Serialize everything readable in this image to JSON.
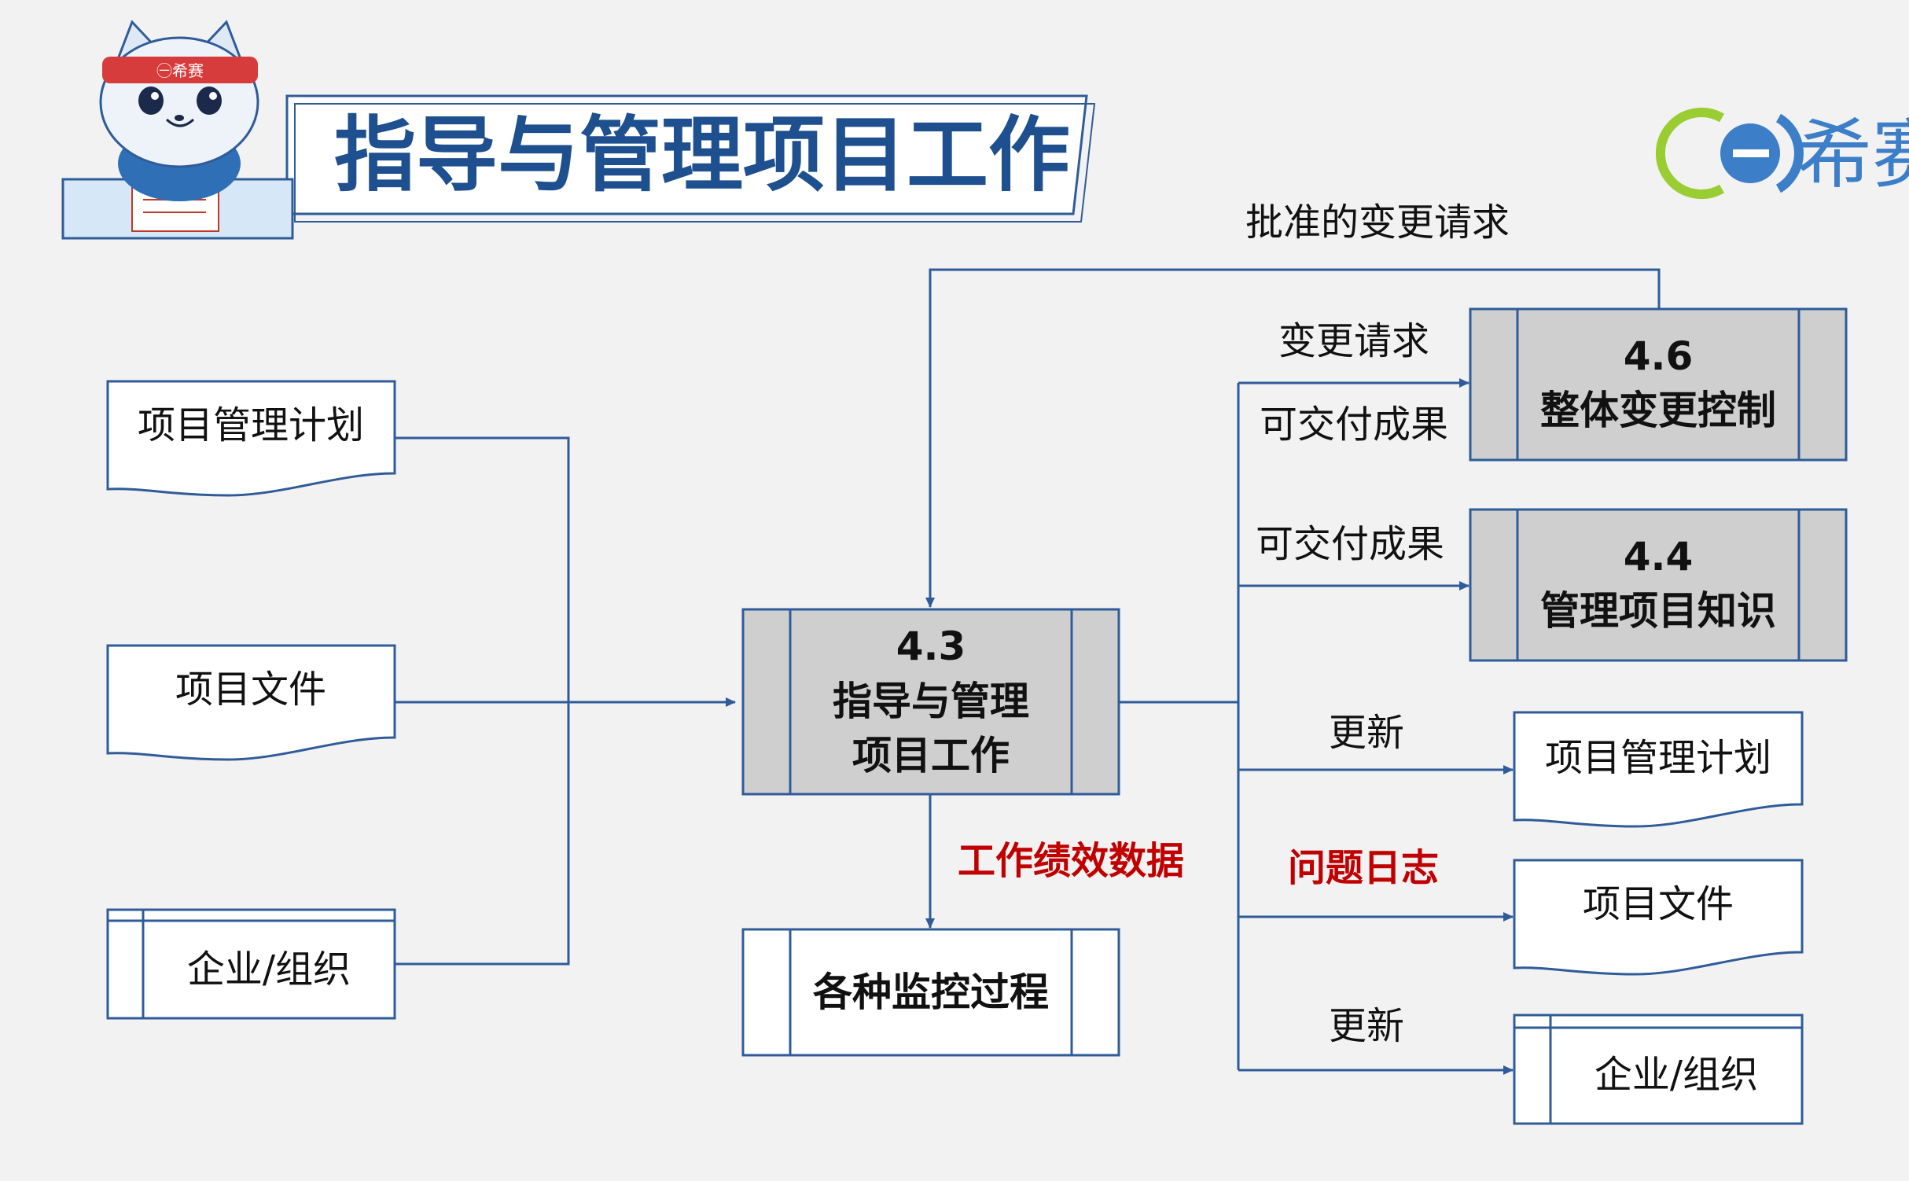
{
  "header": {
    "title": "指导与管理项目工作",
    "mascot_badge": "㊀希赛",
    "brand_text": "希赛"
  },
  "inputs": {
    "plan": "项目管理计划",
    "docs": "项目文件",
    "org": "企业/组织"
  },
  "main_process": {
    "number": "4.3",
    "name_line1": "指导与管理",
    "name_line2": "项目工作"
  },
  "monitor_process": {
    "name": "各种监控过程"
  },
  "process_46": {
    "number": "4.6",
    "name": "整体变更控制"
  },
  "process_44": {
    "number": "4.4",
    "name": "管理项目知识"
  },
  "outputs": {
    "plan": "项目管理计划",
    "docs": "项目文件",
    "org": "企业/组织"
  },
  "labels": {
    "approved_change_requests": "批准的变更请求",
    "change_requests": "变更请求",
    "deliverables_1": "可交付成果",
    "deliverables_2": "可交付成果",
    "update_1": "更新",
    "issue_log": "问题日志",
    "update_2": "更新",
    "work_performance_data": "工作绩效数据"
  },
  "colors": {
    "line": "#2f5c99",
    "process_fill": "#cfcfcf",
    "highlight_red": "#c00000",
    "title_blue": "#1e4f8e"
  }
}
